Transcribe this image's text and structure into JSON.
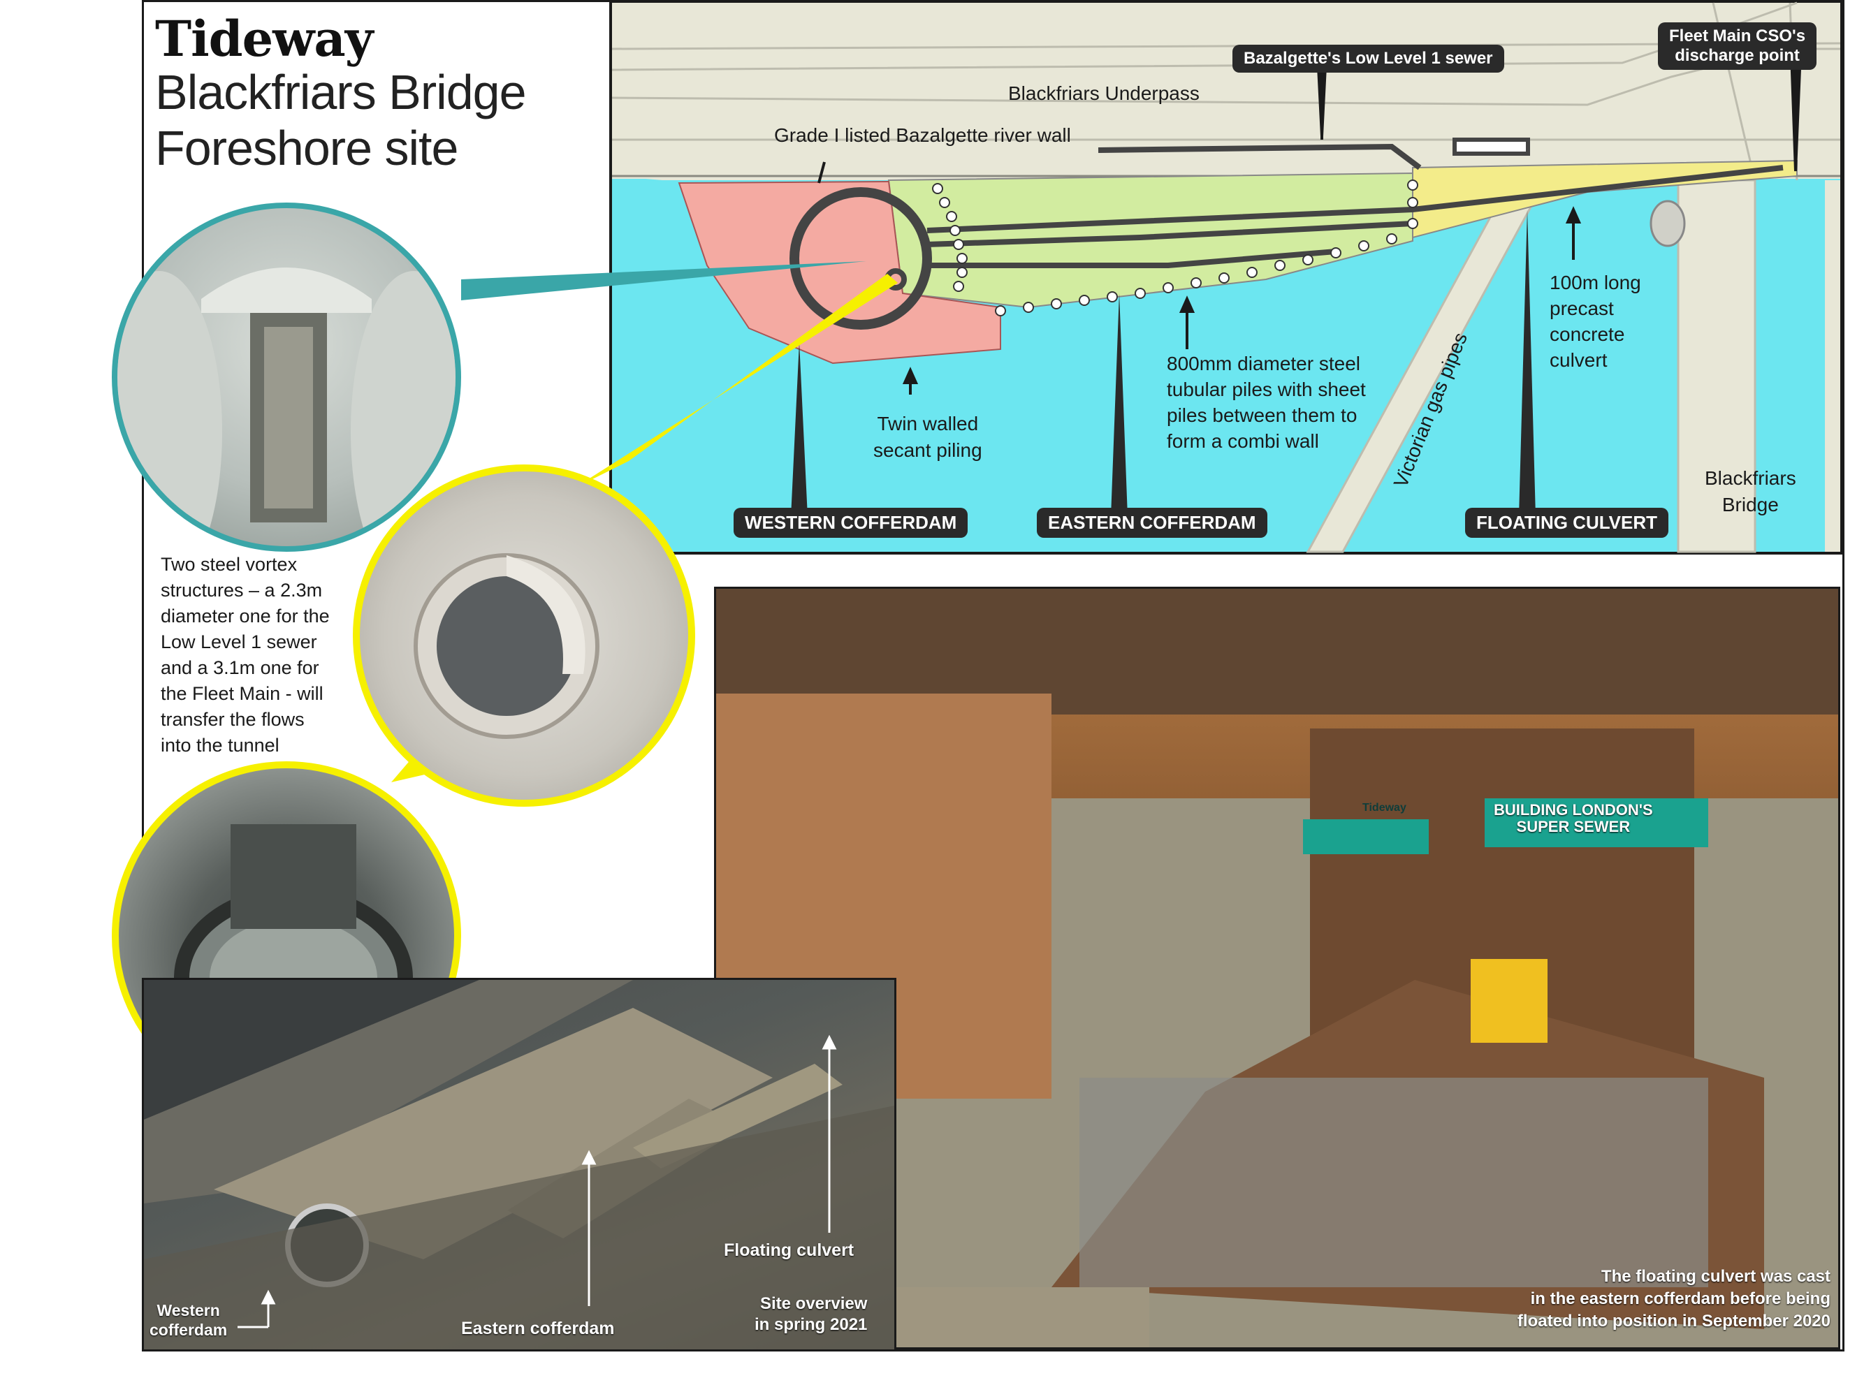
{
  "header": {
    "brand": "Tideway",
    "title_line1": "Blackfriars Bridge",
    "title_line2": "Foreshore site"
  },
  "map": {
    "road_label": "Blackfriars Underpass",
    "river_wall_label": "Grade I listed Bazalgette river wall",
    "sewer_callout": "Bazalgette's Low Level 1 sewer",
    "discharge_callout_line1": "Fleet Main CSO's",
    "discharge_callout_line2": "discharge point",
    "secant_label_line1": "Twin walled",
    "secant_label_line2": "secant piling",
    "piles_label_line1": "800mm diameter steel",
    "piles_label_line2": "tubular piles with sheet",
    "piles_label_line3": "piles between them to",
    "piles_label_line4": "form a combi wall",
    "gas_label": "Victorian gas pipes",
    "culvert_label_line1": "100m long",
    "culvert_label_line2": "precast",
    "culvert_label_line3": "concrete",
    "culvert_label_line4": "culvert",
    "bridge_label_line1": "Blackfriars",
    "bridge_label_line2": "Bridge",
    "pill_western": "WESTERN COFFERDAM",
    "pill_eastern": "EASTERN COFFERDAM",
    "pill_floating": "FLOATING CULVERT",
    "colors": {
      "water": "#6ce6f0",
      "land": "#e8e7d7",
      "western": "#f4aaa2",
      "eastern": "#d2eca0",
      "culvert": "#f3ec8a"
    }
  },
  "vortex_text": {
    "line1": "Two steel vortex",
    "line2": "structures – a 2.3m",
    "line3": "diameter one for the",
    "line4": "Low Level 1 sewer",
    "line5": "and a 3.1m one for",
    "line6": "the Fleet Main - will",
    "line7": "transfer the flows",
    "line8": "into the tunnel"
  },
  "aerial": {
    "western_line1": "Western",
    "western_line2": "cofferdam",
    "eastern": "Eastern cofferdam",
    "floating": "Floating culvert",
    "overview_line1": "Site overview",
    "overview_line2": "in spring 2021"
  },
  "culvert_photo": {
    "caption_line1": "The floating culvert was cast",
    "caption_line2": "in the eastern cofferdam before being",
    "caption_line3": "floated into position in September 2020",
    "banner_left": "Tideway",
    "banner_right_line1": "BUILDING LONDON'S",
    "banner_right_line2": "SUPER SEWER"
  }
}
